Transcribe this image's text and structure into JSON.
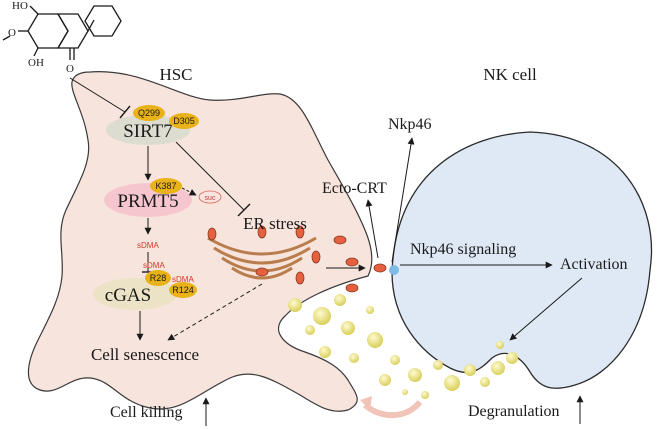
{
  "labels": {
    "hsc": "HSC",
    "nk_cell": "NK cell",
    "sirt7": "SIRT7",
    "q299": "Q299",
    "d305": "D305",
    "prmt5": "PRMT5",
    "k387": "K387",
    "suc": "suc",
    "sdma1": "sDMA",
    "sdma2": "sDMA",
    "sdma3": "sDMA",
    "r28": "R28",
    "r124": "R124",
    "cgas": "cGAS",
    "cell_senescence": "Cell senescence",
    "er_stress": "ER stress",
    "ecto_crt": "Ecto-CRT",
    "nkp46": "Nkp46",
    "nkp46_signaling": "Nkp46 signaling",
    "activation": "Activation",
    "degranulation": "Degranulation",
    "cell_killing": "Cell killing",
    "compound_oh1": "HO",
    "compound_o": "O",
    "compound_oh2": "OH",
    "compound_o_carbonyl": "O"
  },
  "colors": {
    "hsc_fill": "#f7e4dc",
    "nk_fill": "#dfe9f5",
    "sirt7_fill": "#dcdcd0",
    "prmt5_fill": "#f6c6cf",
    "cgas_fill": "#ece3c7",
    "badge_fill": "#e8b218",
    "granule": "#e7df7c",
    "er_fill": "#d9a272",
    "er_dot": "#e4603f",
    "sdma_text": "#d23a2a"
  }
}
